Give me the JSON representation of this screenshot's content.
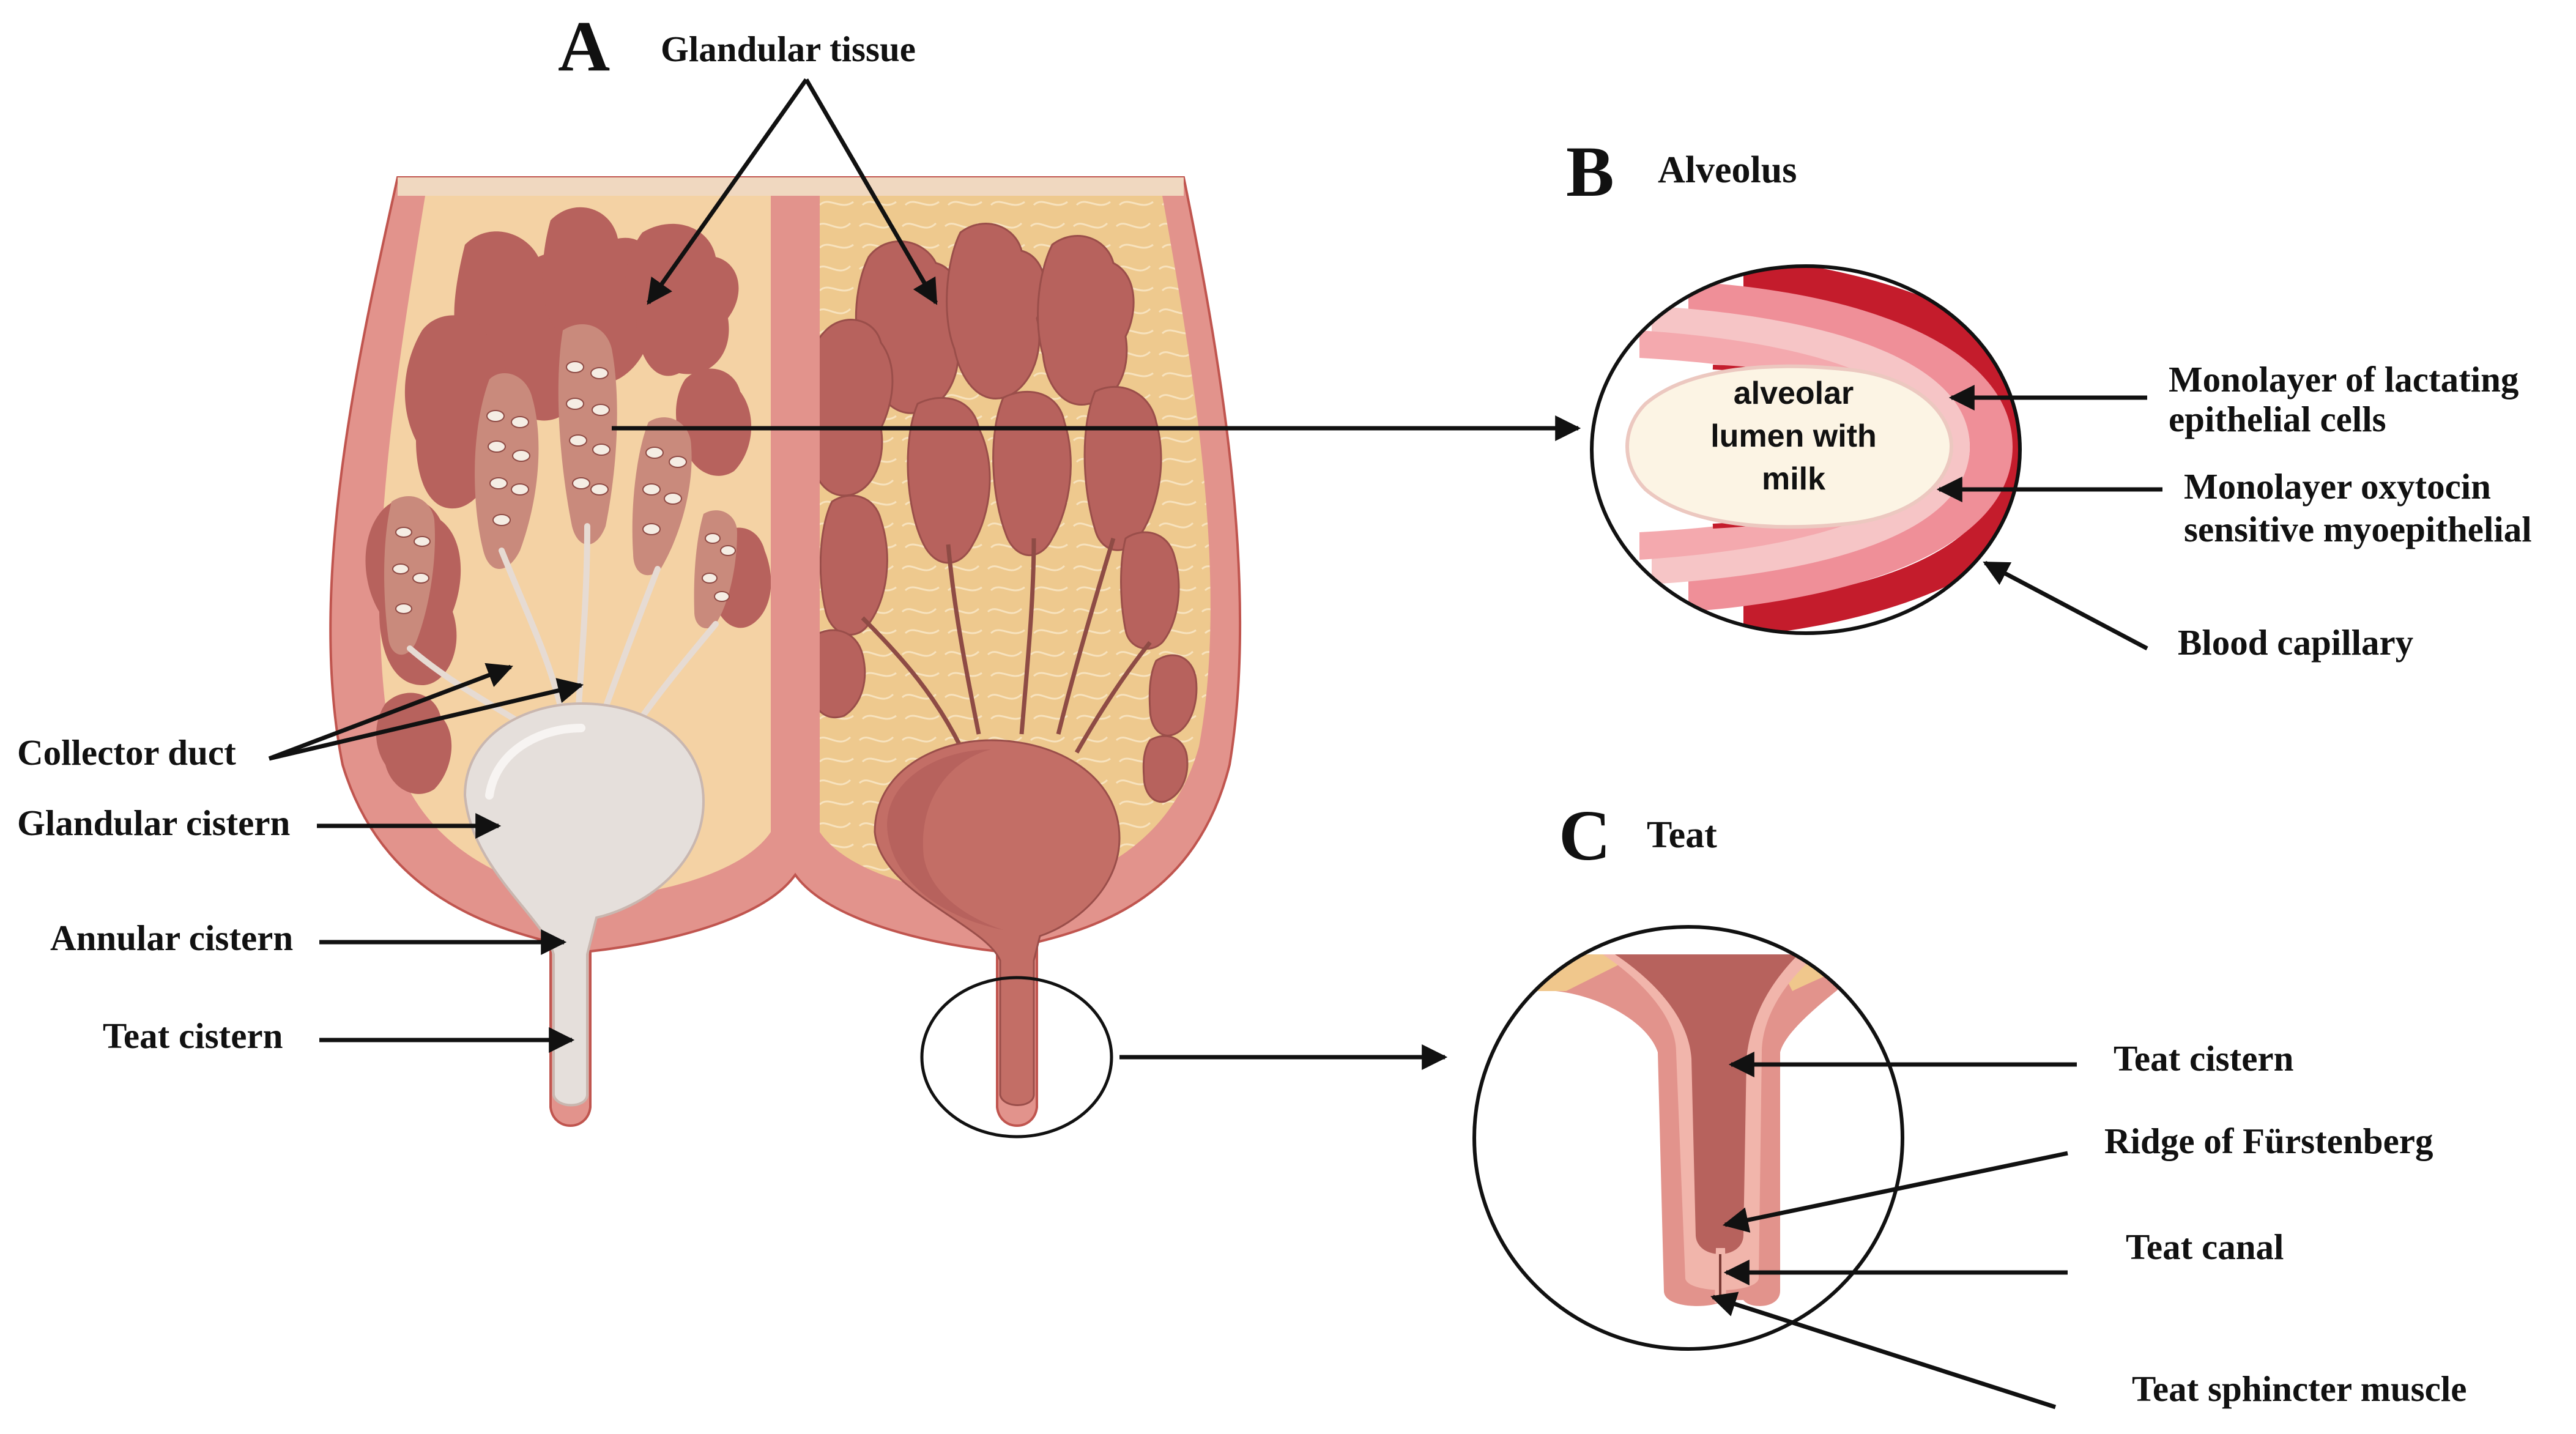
{
  "panels": {
    "a": {
      "letter": "A"
    },
    "b": {
      "letter": "B",
      "title": "Alveolus"
    },
    "c": {
      "letter": "C",
      "title": "Teat"
    }
  },
  "labels": {
    "glandular_tissue": "Glandular tissue",
    "collector_duct": "Collector duct",
    "glandular_cistern": "Glandular cistern",
    "annular_cistern": "Annular cistern",
    "teat_cistern_a": "Teat cistern",
    "lumen_line1": "alveolar",
    "lumen_line2": "lumen with",
    "lumen_line3": "milk",
    "epithelial_line1": "Monolayer of lactating",
    "epithelial_line2": "epithelial cells",
    "myo_line1": "Monolayer oxytocin",
    "myo_line2": "sensitive myoepithelial",
    "blood_capillary": "Blood capillary",
    "teat_cistern_c": "Teat cistern",
    "ridge": "Ridge of Fürstenberg",
    "teat_canal": "Teat canal",
    "teat_sphincter": "Teat sphincter muscle"
  },
  "colors": {
    "skin": "#e2938c",
    "fat_left": "#f4d2a4",
    "fat_right": "#eec98e",
    "gland": "#b7625d",
    "gland_light": "#c98a7c",
    "cistern_milk": "#e5dfdb",
    "cistern_dark": "#c36e66",
    "membrane": "#d33a44",
    "outline": "#111111"
  }
}
